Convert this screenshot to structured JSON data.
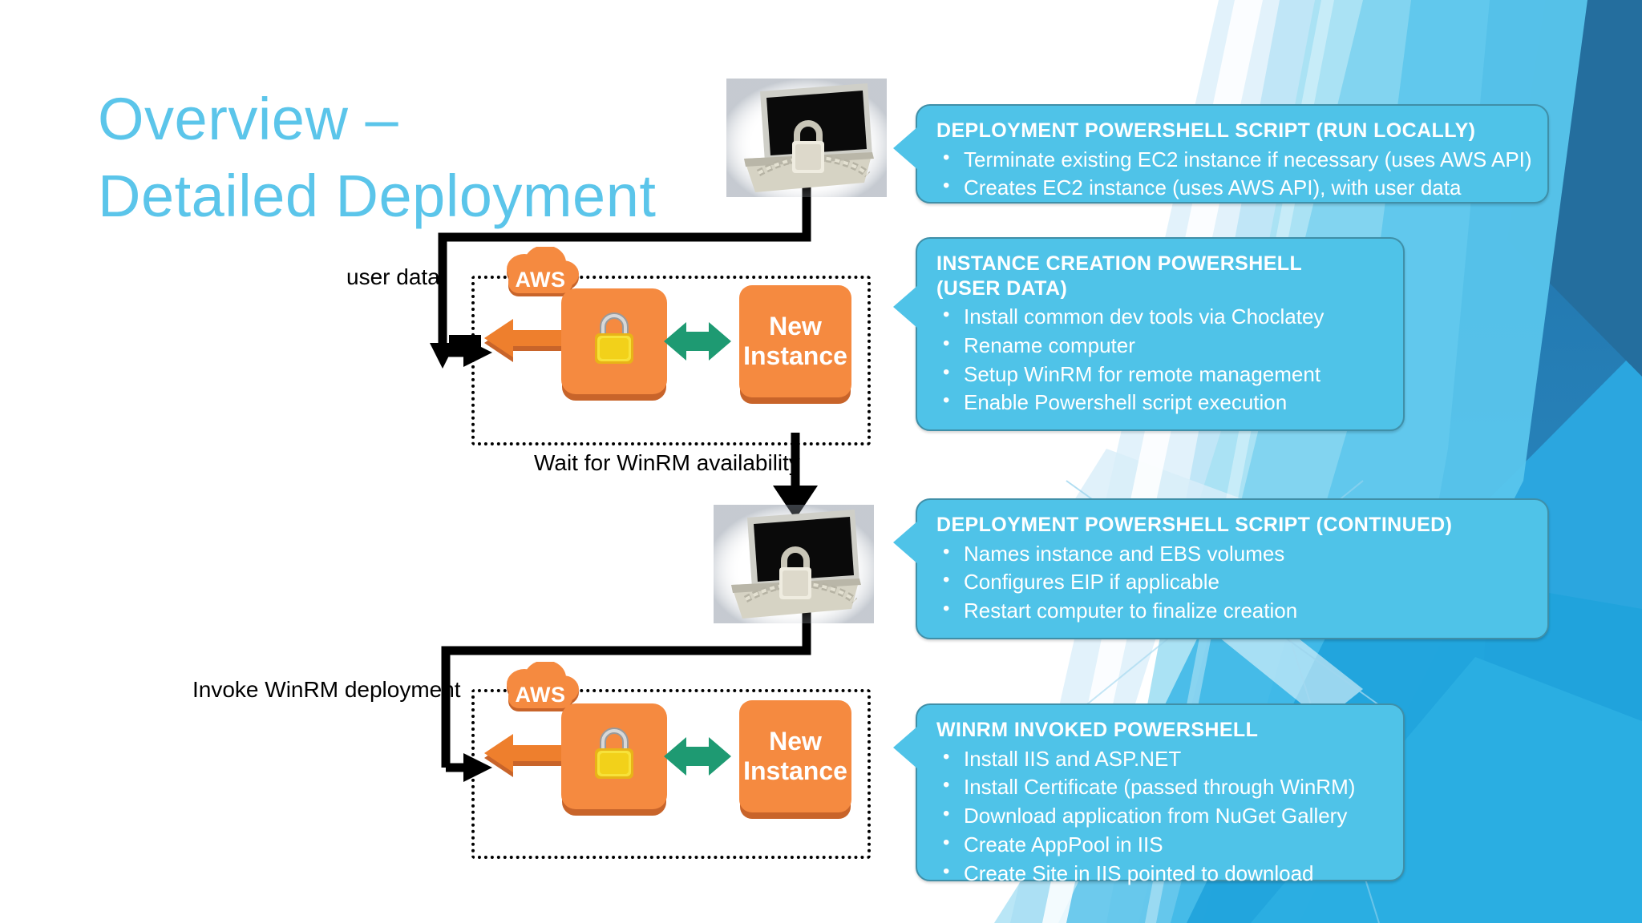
{
  "slide": {
    "title_line1": "Overview –",
    "title_line2": "Detailed Deployment",
    "title_color": "#5BC5EA",
    "callout_fill": "#4FC3E8",
    "callout_border": "#3F8FA8",
    "accent_orange": "#F58A40",
    "accent_orange_dark": "#C8642A",
    "accent_green": "#1E9A72"
  },
  "callouts": [
    {
      "id": "deployment-run-locally",
      "heading": "DEPLOYMENT POWERSHELL SCRIPT (RUN LOCALLY)",
      "bullets": [
        "Terminate existing EC2 instance if necessary (uses AWS API)",
        "Creates EC2 instance (uses AWS API), with user data"
      ]
    },
    {
      "id": "instance-creation-user-data",
      "heading": "INSTANCE CREATION POWERSHELL (USER DATA)",
      "bullets": [
        "Install common dev tools via Choclatey",
        "Rename computer",
        "Setup WinRM for remote management",
        "Enable Powershell script execution"
      ]
    },
    {
      "id": "deployment-continued",
      "heading": "DEPLOYMENT POWERSHELL SCRIPT (CONTINUED)",
      "bullets": [
        "Names instance and EBS volumes",
        "Configures EIP if applicable",
        "Restart computer to finalize creation"
      ]
    },
    {
      "id": "winrm-invoked",
      "heading": "WINRM INVOKED POWERSHELL",
      "bullets": [
        "Install IIS and ASP.NET",
        "Install Certificate (passed through WinRM)",
        "Download application from NuGet Gallery",
        "Create AppPool in IIS",
        "Create Site in IIS pointed to download"
      ]
    }
  ],
  "diagram": {
    "cloud_label_top": "AWS",
    "cloud_label_bottom": "AWS",
    "instance_label_top": "New Instance",
    "instance_label_bottom": "New Instance",
    "edge_labels": {
      "user_data": "user data",
      "wait_winrm": "Wait for WinRM availability",
      "invoke_winrm": "Invoke WinRM deployment"
    }
  }
}
